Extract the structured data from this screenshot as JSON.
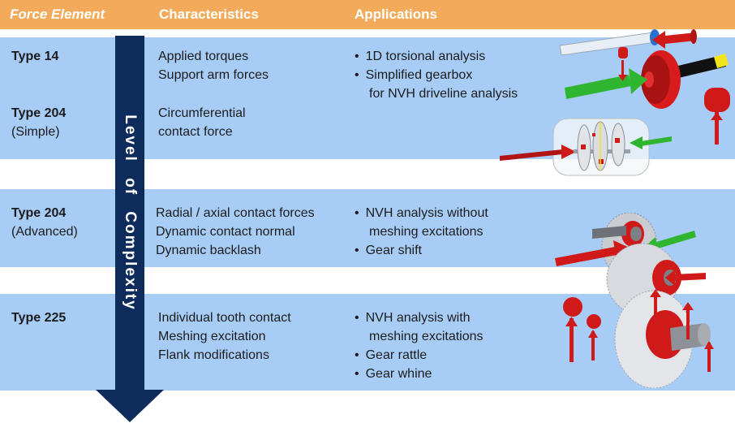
{
  "header": {
    "force_element": "Force Element",
    "characteristics": "Characteristics",
    "applications": "Applications"
  },
  "arrow": {
    "word1": "Level",
    "word2": "of",
    "word3": "Complexity"
  },
  "rows": [
    {
      "type": "Type 14",
      "characteristics": [
        "Applied torques",
        "Support arm forces"
      ],
      "applications": [
        "1D torsional analysis",
        "Simplified gearbox",
        "for NVH driveline analysis"
      ]
    },
    {
      "type": "Type 204",
      "subtype": "(Simple)",
      "characteristics": [
        "Circumferential",
        "contact force"
      ]
    },
    {
      "type": "Type 204",
      "subtype": "(Advanced)",
      "characteristics": [
        "Radial / axial contact forces",
        "Dynamic contact normal",
        "Dynamic backlash"
      ],
      "applications": [
        "NVH analysis without",
        "meshing excitations",
        "Gear shift"
      ]
    },
    {
      "type": "Type 225",
      "characteristics": [
        "Individual tooth contact",
        "Meshing excitation",
        "Flank modifications"
      ],
      "applications": [
        "NVH analysis with",
        "meshing excitations",
        "Gear rattle",
        "Gear whine"
      ]
    }
  ],
  "colors": {
    "header": "#f3ab5b",
    "band": "#a7cdf7",
    "arrow": "#0d2b5b",
    "force_red": "#d01a1a",
    "force_green": "#2fb52f"
  }
}
